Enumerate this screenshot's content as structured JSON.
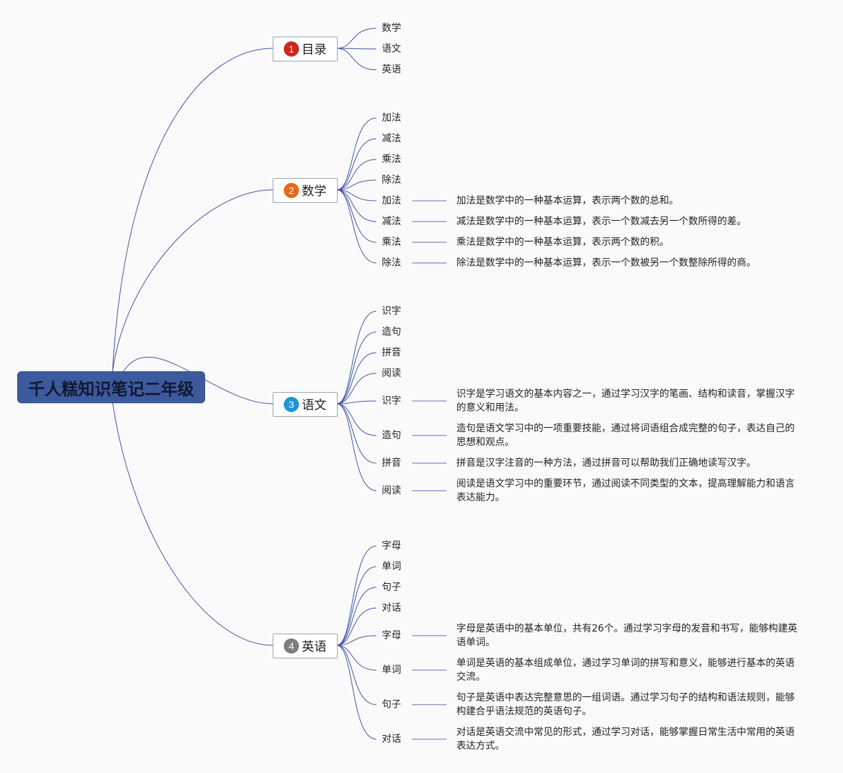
{
  "root": {
    "label": "千人糕知识笔记二年级"
  },
  "branches": [
    {
      "label": "目录",
      "marker": "1",
      "marker_color": "#d0261c",
      "leaves": [
        "数学",
        "语文",
        "英语"
      ],
      "details": []
    },
    {
      "label": "数学",
      "marker": "2",
      "marker_color": "#e8681c",
      "leaves": [
        "加法",
        "减法",
        "乘法",
        "除法"
      ],
      "details": [
        {
          "label": "加法",
          "text": "加法是数学中的一种基本运算，表示两个数的总和。"
        },
        {
          "label": "减法",
          "text": "减法是数学中的一种基本运算，表示一个数减去另一个数所得的差。"
        },
        {
          "label": "乘法",
          "text": "乘法是数学中的一种基本运算，表示两个数的积。"
        },
        {
          "label": "除法",
          "text": "除法是数学中的一种基本运算，表示一个数被另一个数整除所得的商。"
        }
      ]
    },
    {
      "label": "语文",
      "marker": "3",
      "marker_color": "#1f95d6",
      "leaves": [
        "识字",
        "造句",
        "拼音",
        "阅读"
      ],
      "details": [
        {
          "label": "识字",
          "text": "识字是学习语文的基本内容之一，通过学习汉字的笔画、结构和读音，掌握汉字的意义和用法。"
        },
        {
          "label": "造句",
          "text": "造句是语文学习中的一项重要技能，通过将词语组合成完整的句子，表达自己的思想和观点。"
        },
        {
          "label": "拼音",
          "text": "拼音是汉字注音的一种方法，通过拼音可以帮助我们正确地读写汉字。"
        },
        {
          "label": "阅读",
          "text": "阅读是语文学习中的重要环节，通过阅读不同类型的文本，提高理解能力和语言表达能力。"
        }
      ]
    },
    {
      "label": "英语",
      "marker": "4",
      "marker_color": "#7d7d7d",
      "leaves": [
        "字母",
        "单词",
        "句子",
        "对话"
      ],
      "details": [
        {
          "label": "字母",
          "text": "字母是英语中的基本单位，共有26个。通过学习字母的发音和书写，能够构建英语单词。"
        },
        {
          "label": "单词",
          "text": "单词是英语的基本组成单位，通过学习单词的拼写和意义，能够进行基本的英语交流。"
        },
        {
          "label": "句子",
          "text": "句子是英语中表达完整意思的一组词语。通过学习句子的结构和语法规则，能够构建合乎语法规范的英语句子。"
        },
        {
          "label": "对话",
          "text": "对话是英语交流中常见的形式，通过学习对话，能够掌握日常生活中常用的英语表达方式。"
        }
      ]
    }
  ],
  "colors": {
    "connector": "#3f51a8",
    "detail_line": "#7a86c8"
  }
}
